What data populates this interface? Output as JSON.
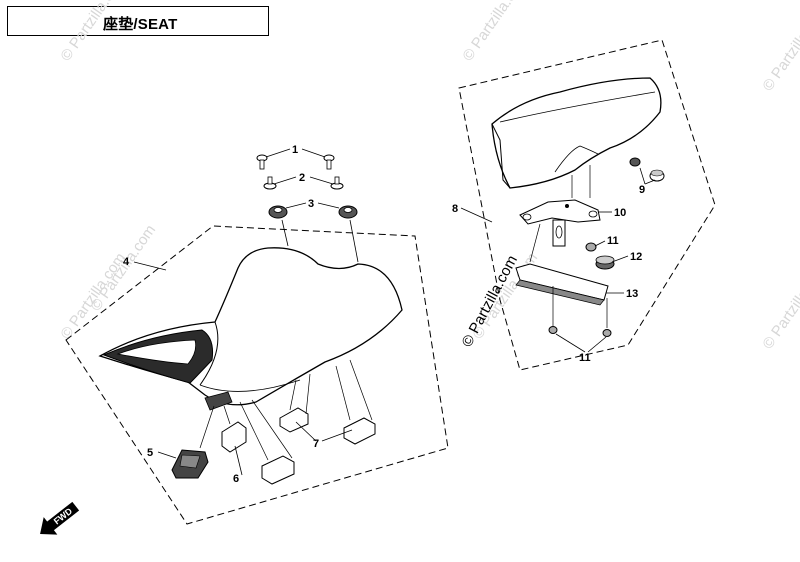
{
  "header": {
    "title": "座垫/SEAT"
  },
  "watermark": {
    "text": "© Partzilla.com"
  },
  "fwd_arrow": {
    "label": "FWD"
  },
  "callouts": [
    "1",
    "2",
    "3",
    "4",
    "5",
    "6",
    "7",
    "8",
    "9",
    "10",
    "11",
    "11",
    "12",
    "13"
  ]
}
